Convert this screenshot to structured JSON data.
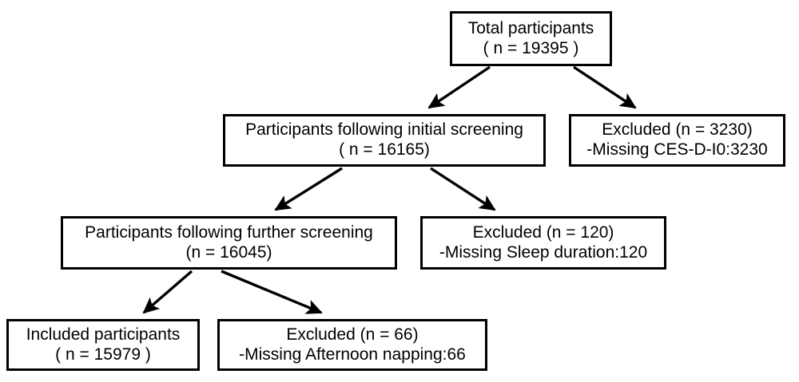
{
  "diagram": {
    "title": "Participant flow diagram",
    "type": "flowchart",
    "stroke_color": "#000000",
    "background_color": "#ffffff",
    "nodes": {
      "total": {
        "line1": "Total participants",
        "line2": "( n = 19395 )"
      },
      "initial_screening": {
        "line1": "Participants following initial screening",
        "line2": "( n = 16165)"
      },
      "excluded_cesd": {
        "line1": "Excluded (n = 3230)",
        "line2": "-Missing CES-D-I0:3230"
      },
      "further_screening": {
        "line1": "Participants following further screening",
        "line2": "(n = 16045)"
      },
      "excluded_sleep": {
        "line1": "Excluded (n = 120)",
        "line2": "-Missing Sleep duration:120"
      },
      "included": {
        "line1": "Included participants",
        "line2": "( n = 15979 )"
      },
      "excluded_nap": {
        "line1": "Excluded (n = 66)",
        "line2": "-Missing Afternoon napping:66"
      }
    },
    "edges": [
      {
        "from": "total",
        "to": "initial_screening"
      },
      {
        "from": "total",
        "to": "excluded_cesd"
      },
      {
        "from": "initial_screening",
        "to": "further_screening"
      },
      {
        "from": "initial_screening",
        "to": "excluded_sleep"
      },
      {
        "from": "further_screening",
        "to": "included"
      },
      {
        "from": "further_screening",
        "to": "excluded_nap"
      }
    ]
  },
  "chart_data": {
    "type": "table",
    "title": "Participant flow counts",
    "categories": [
      "Total participants",
      "Participants following initial screening",
      "Excluded - Missing CES-D-I0",
      "Participants following further screening",
      "Excluded - Missing Sleep duration",
      "Included participants",
      "Excluded - Missing Afternoon napping"
    ],
    "values": [
      19395,
      16165,
      3230,
      16045,
      120,
      15979,
      66
    ]
  }
}
